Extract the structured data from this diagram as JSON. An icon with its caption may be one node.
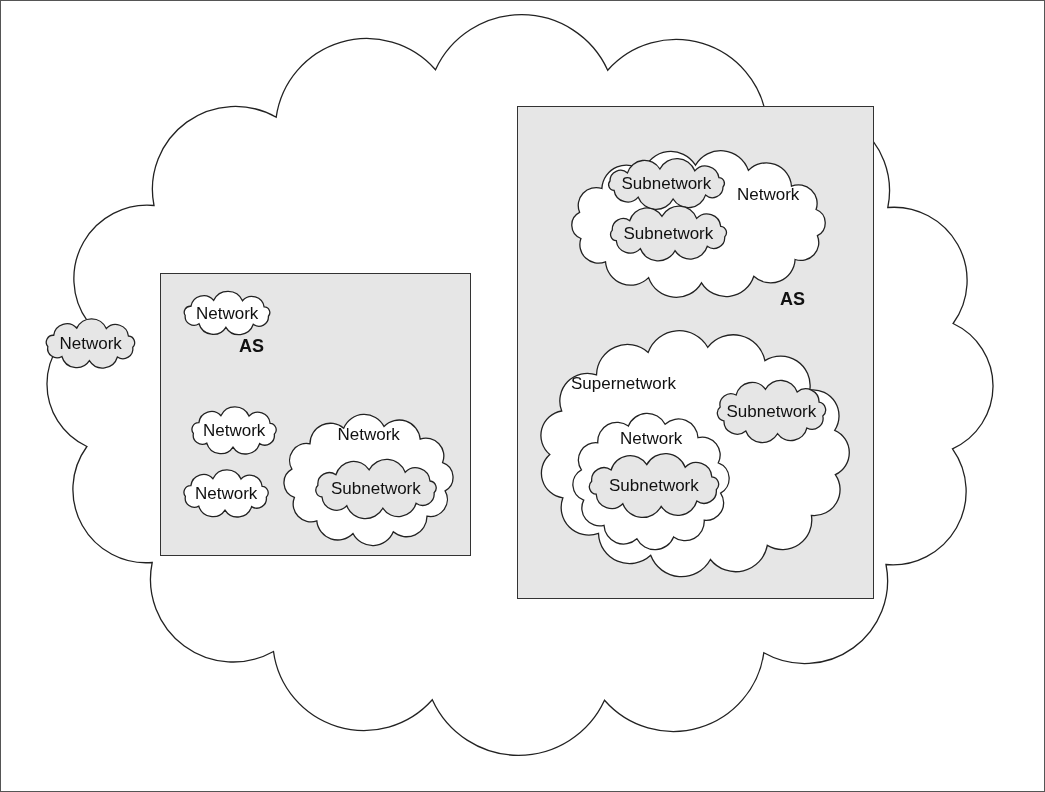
{
  "diagram": {
    "nodes": [
      {
        "text": [],
        "shape": "cloud"
      },
      {
        "text": [
          "Network"
        ],
        "in": 0
      },
      {
        "text": [
          "AS"
        ],
        "in": 0
      },
      {
        "text": [
          "Network"
        ],
        "in": 2
      },
      {
        "text": [
          "Network"
        ],
        "in": 2
      },
      {
        "text": [
          "Network"
        ],
        "in": 2
      },
      {
        "text": [
          "Network"
        ],
        "in": 2
      },
      {
        "text": [
          "Subnetwork"
        ],
        "in": 6
      },
      {
        "text": [
          "AS"
        ],
        "in": 0
      },
      {
        "text": [
          "Network"
        ],
        "in": 8
      },
      {
        "text": [
          "Subnetwork"
        ],
        "in": 9
      },
      {
        "text": [
          "Subnetwork"
        ],
        "in": 9
      },
      {
        "text": [
          "Supernetwork"
        ],
        "in": 8
      },
      {
        "text": [
          "Subnetwork"
        ],
        "in": 12
      },
      {
        "text": [
          "Network"
        ],
        "in": 12
      },
      {
        "text": [
          "Subnetwork"
        ],
        "in": 14
      }
    ],
    "edges": []
  }
}
